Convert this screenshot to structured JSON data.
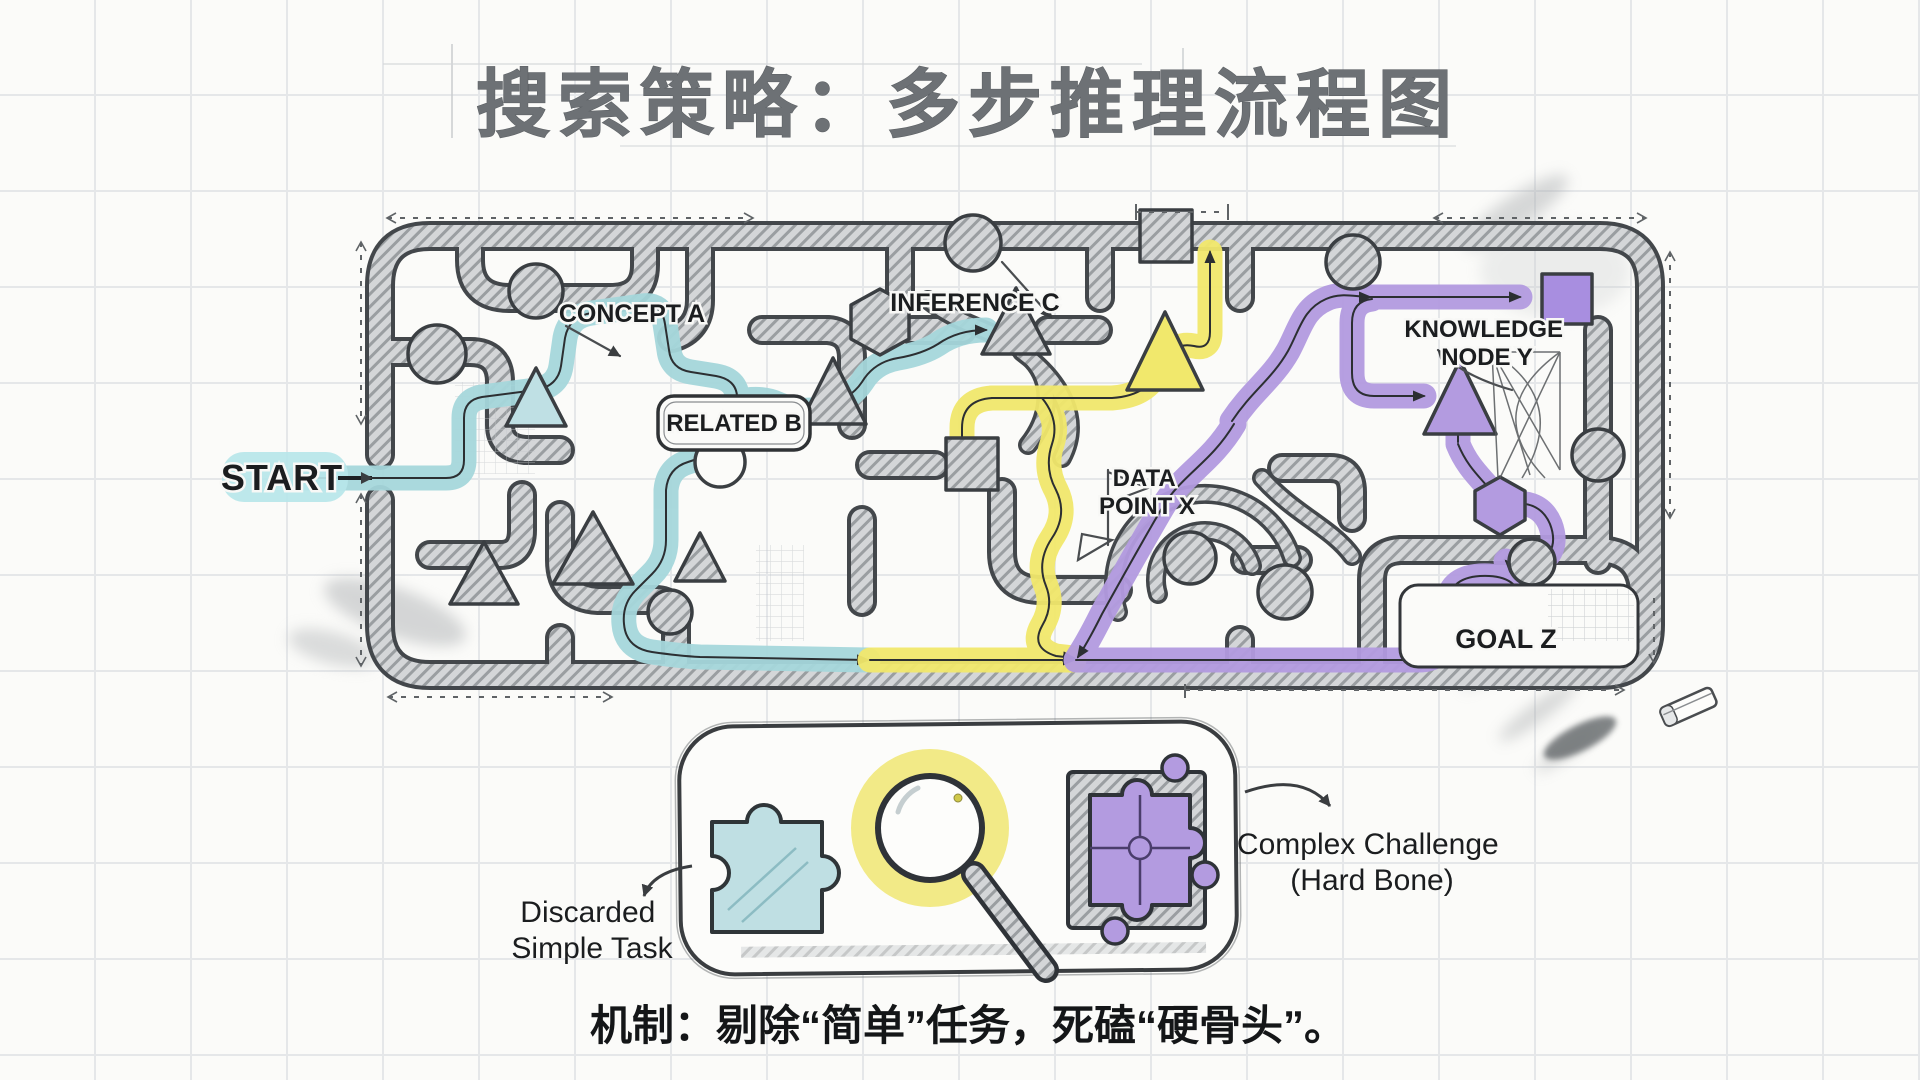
{
  "title": "搜索策略：多步推理流程图",
  "maze": {
    "start_label": "START",
    "labels": {
      "concept_a": "CONCEPT A",
      "related_b": "RELATED B",
      "inference_c": "INFERENCE C",
      "data_point_x": [
        "DATA",
        "POINT X"
      ],
      "knowledge_node_y": [
        "KNOWLEDGE",
        "NODE Y"
      ],
      "goal_z": "GOAL Z"
    },
    "route_colors": {
      "explored_teal": "#a5d7db",
      "search_yellow": "#f1e86c",
      "reasoning_purple": "#b39be0"
    }
  },
  "legend": {
    "discarded": [
      "Discarded",
      "Simple Task"
    ],
    "complex": [
      "Complex Challenge",
      "(Hard Bone)"
    ]
  },
  "caption": "机制：剔除“简单”任务，死磕“硬骨头”。"
}
